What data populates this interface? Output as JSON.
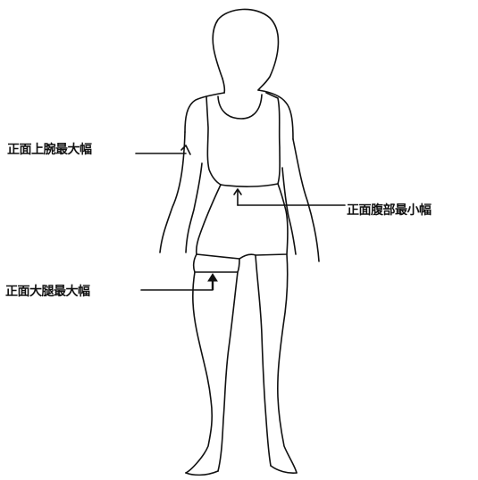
{
  "labels": {
    "upper_arm": "正面上腕最大幅",
    "waist": "正面腹部最小幅",
    "thigh": "正面大腿最大幅"
  },
  "colors": {
    "line": "#111111",
    "background": "#ffffff"
  }
}
